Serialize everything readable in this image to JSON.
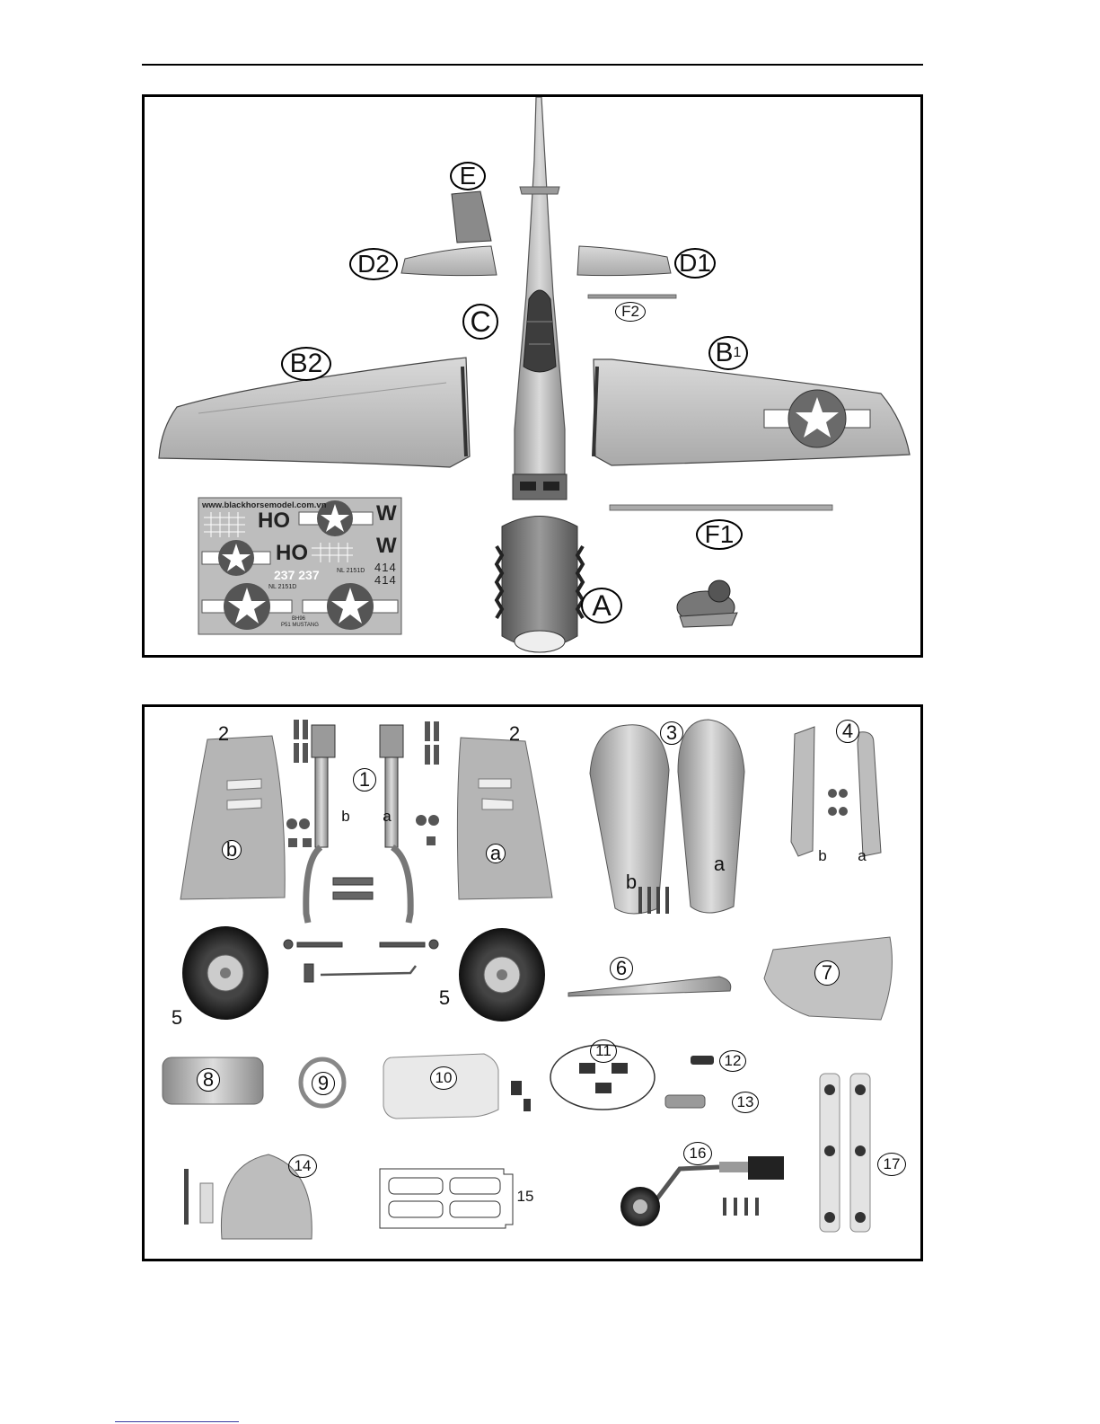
{
  "top_panel": {
    "labels": {
      "A": "A",
      "B1_main": "B",
      "B1_sub": "1",
      "B2": "B2",
      "C": "C",
      "D1": "D1",
      "D2": "D2",
      "E": "E",
      "F1": "F1",
      "F2": "F2"
    },
    "decal_sheet": {
      "url": "www.blackhorsemodel.com.vn",
      "code_big": "HO",
      "code_big2": "HO",
      "letter_a": "W",
      "letter_b": "W",
      "number_a": "414",
      "number_b": "414",
      "tail_number": "237 237",
      "reg_a": "NL 2151D",
      "reg_b": "NL 2151D",
      "model_line1": "BH96",
      "model_line2": "P51 MUSTANG"
    }
  },
  "bottom_panel": {
    "labels": {
      "p1": "1",
      "p2_left": "2",
      "p2_right": "2",
      "p3": "3",
      "p4": "4",
      "p5_left": "5",
      "p5_right": "5",
      "p6": "6",
      "p7": "7",
      "p8": "8",
      "p9": "9",
      "p10": "10",
      "p11": "11",
      "p12": "12",
      "p13": "13",
      "p14": "14",
      "p15": "15",
      "p16": "16",
      "p17": "17"
    },
    "sub_labels": {
      "gear_b": "b",
      "gear_a": "a",
      "door_b": "b",
      "door_a": "a",
      "fairing_b": "b",
      "fairing_a": "a",
      "plate_b": "b",
      "plate_a": "a"
    }
  },
  "colors": {
    "ink": "#111111",
    "panel_border": "#000000",
    "part_grey": "#b8b8b8",
    "dark_grey": "#6a6a6a"
  }
}
